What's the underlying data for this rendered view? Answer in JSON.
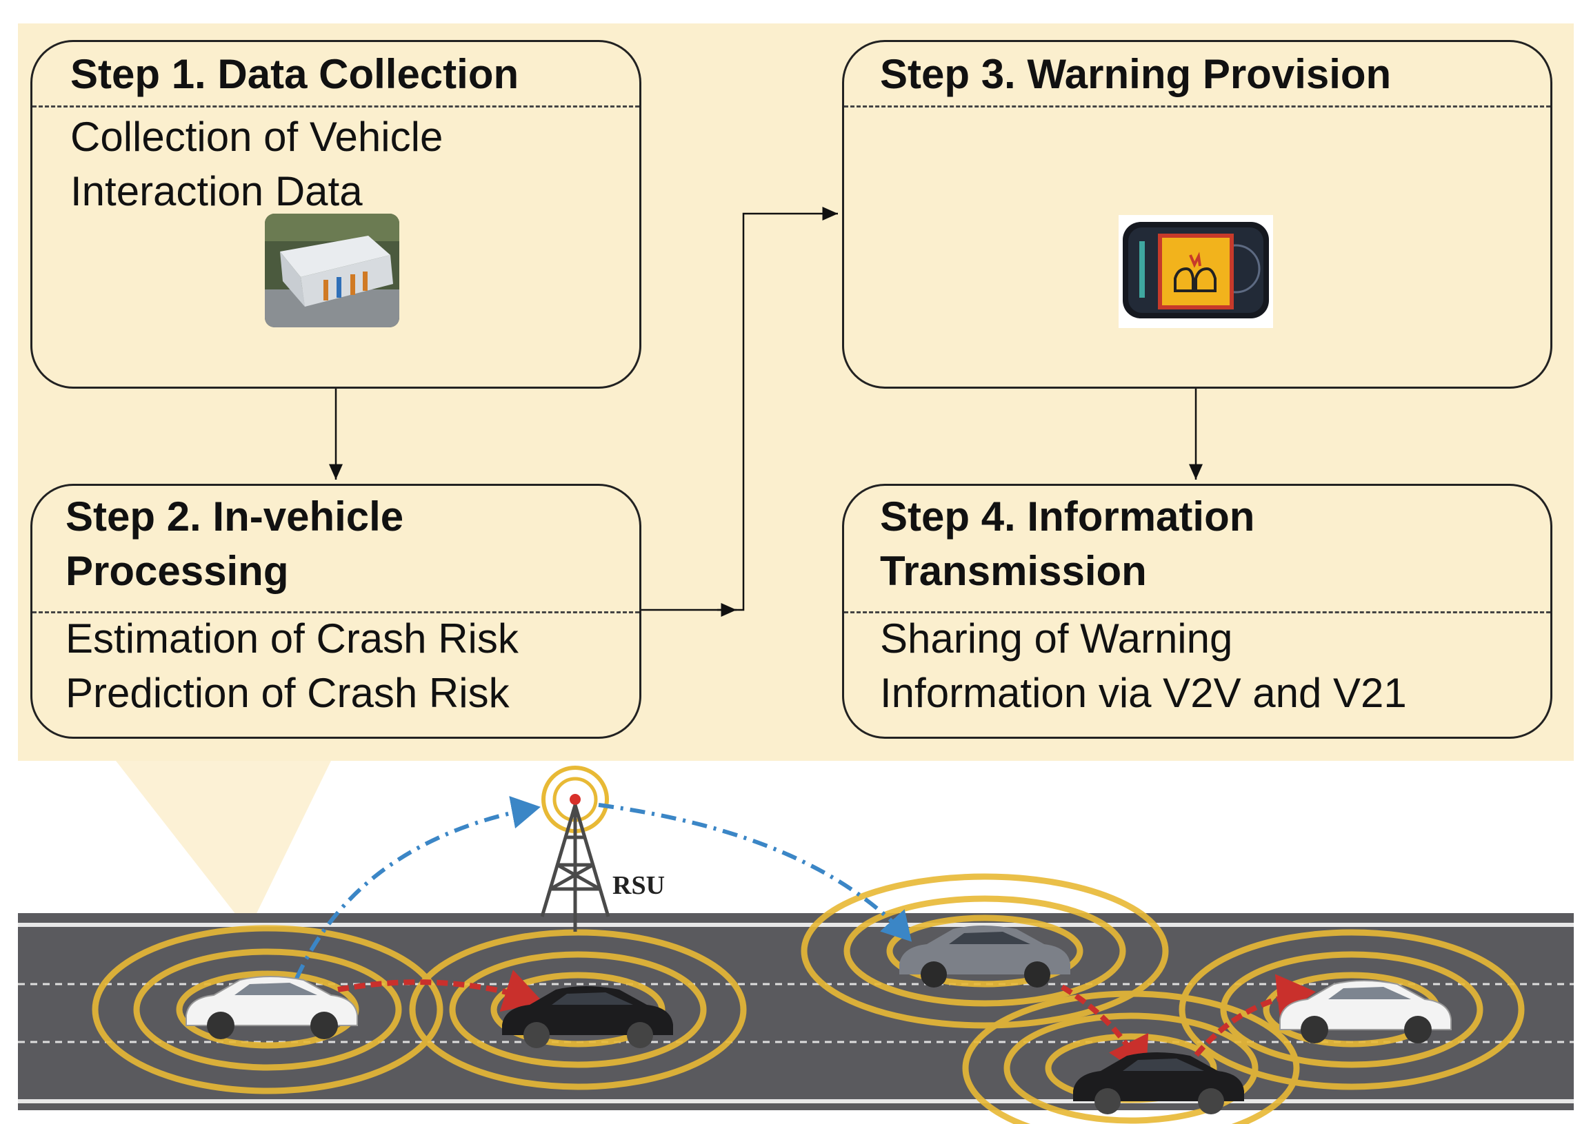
{
  "steps": [
    {
      "id": "step1",
      "title": "Step 1. Data Collection",
      "description": "Collection of Vehicle\nInteraction Data"
    },
    {
      "id": "step2",
      "title": "Step 2. In-vehicle\nProcessing",
      "description": "Estimation of Crash Risk\nPrediction of Crash Risk"
    },
    {
      "id": "step3",
      "title": "Step 3. Warning Provision",
      "description": ""
    },
    {
      "id": "step4",
      "title": "Step 4. Information\nTransmission",
      "description": "Sharing of Warning\nInformation via V2V and V21"
    }
  ],
  "scene": {
    "rsu_label": "RSU"
  },
  "colors": {
    "panel_background": "#fbefce",
    "road": "#5a5a5e",
    "signal_rings": "#e8b935",
    "v2i_link": "#3b86c6",
    "v2v_link": "#c9302c",
    "warning_sign": "#f2b31c"
  }
}
